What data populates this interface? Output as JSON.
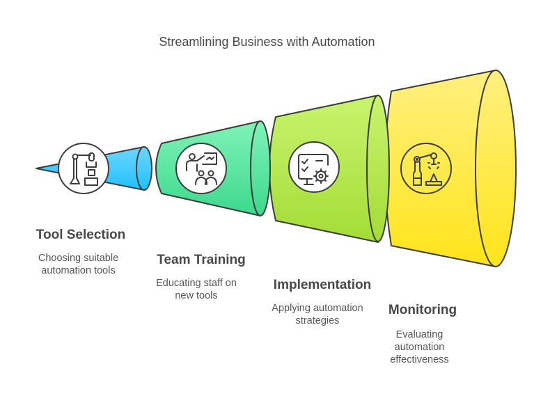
{
  "title": "Streamlining Business with Automation",
  "steps": [
    {
      "title": "Tool Selection",
      "description": "Choosing suitable automation tools",
      "icon": "robot-arm-icon",
      "color_top": "#6fd6ff",
      "color_bottom": "#1ec2ff"
    },
    {
      "title": "Team Training",
      "description": "Educating staff on new tools",
      "icon": "presentation-icon",
      "color_top": "#7ff3b8",
      "color_bottom": "#3dd88c"
    },
    {
      "title": "Implementation",
      "description": "Applying automation strategies",
      "icon": "monitor-gear-icon",
      "color_top": "#c8f46e",
      "color_bottom": "#a3dc36"
    },
    {
      "title": "Monitoring",
      "description": "Evaluating automation effectiveness",
      "icon": "robot-welding-icon",
      "color_top": "#fff080",
      "color_bottom": "#ffe41a"
    }
  ],
  "stroke_color": "#3c3c3c"
}
